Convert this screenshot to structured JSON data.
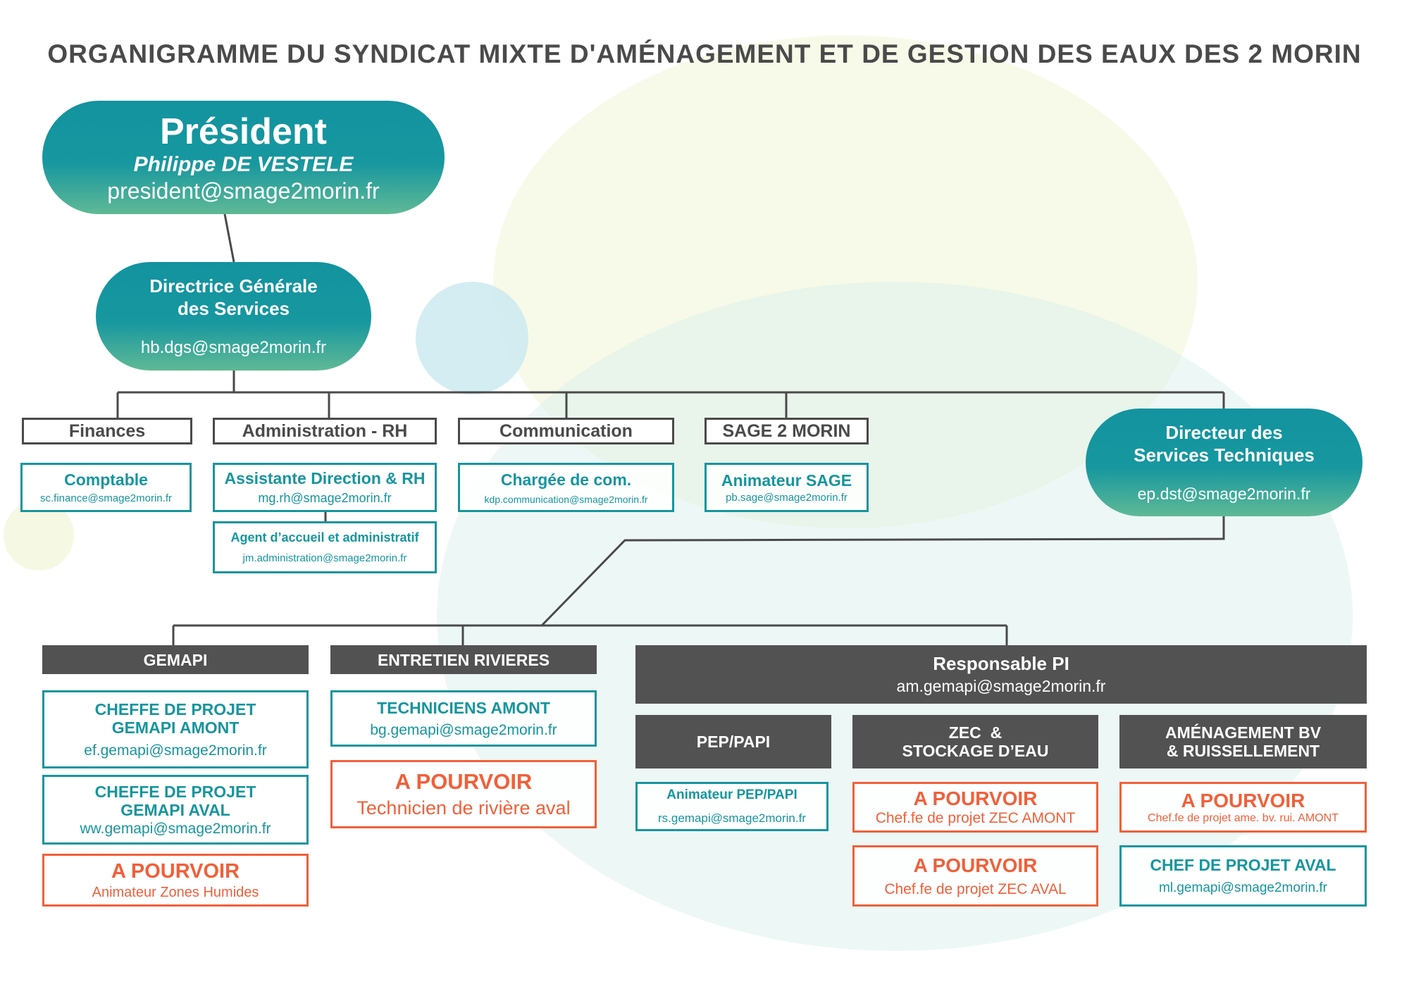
{
  "title": "ORGANIGRAMME DU SYNDICAT MIXTE D'AMÉNAGEMENT ET DE GESTION DES EAUX DES 2 MORIN",
  "president": {
    "role": "Président",
    "name": "Philippe DE VESTELE",
    "email": "president@smage2morin.fr"
  },
  "dgs": {
    "role_line1": "Directrice Générale",
    "role_line2": "des Services",
    "email": "hb.dgs@smage2morin.fr"
  },
  "departments": [
    {
      "label": "Finances",
      "role": "Comptable",
      "email": "sc.finance@smage2morin.fr"
    },
    {
      "label": "Administration - RH",
      "role": "Assistante Direction & RH",
      "email": "mg.rh@smage2morin.fr",
      "sub_role": "Agent d’accueil et administratif",
      "sub_email": "jm.administration@smage2morin.fr"
    },
    {
      "label": "Communication",
      "role": "Chargée de com.",
      "email": "kdp.communication@smage2morin.fr"
    },
    {
      "label": "SAGE 2 MORIN",
      "role": "Animateur SAGE",
      "email": "pb.sage@smage2morin.fr"
    }
  ],
  "dst": {
    "role_line1": "Directeur des",
    "role_line2": "Services Techniques",
    "email": "ep.dst@smage2morin.fr"
  },
  "gemapi": {
    "header": "GEMAPI",
    "boxes": [
      {
        "line1": "CHEFFE DE PROJET",
        "line2": "GEMAPI AMONT",
        "email": "ef.gemapi@smage2morin.fr"
      },
      {
        "line1": "CHEFFE DE PROJET",
        "line2": "GEMAPI AVAL",
        "email": "ww.gemapi@smage2morin.fr"
      }
    ],
    "vacant": {
      "title": "A POURVOIR",
      "role": "Animateur Zones Humides"
    }
  },
  "entretien": {
    "header": "ENTRETIEN RIVIERES",
    "box": {
      "role": "TECHNICIENS AMONT",
      "email": "bg.gemapi@smage2morin.fr"
    },
    "vacant": {
      "title": "A POURVOIR",
      "role": "Technicien de rivière aval"
    }
  },
  "responsable_pi": {
    "role": "Responsable PI",
    "email": "am.gemapi@smage2morin.fr",
    "pep": {
      "header": "PEP/PAPI",
      "role": "Animateur PEP/PAPI",
      "email": "rs.gemapi@smage2morin.fr"
    },
    "zec": {
      "header_line1": "ZEC  &",
      "header_line2": "STOCKAGE D’EAU",
      "vacant1": {
        "title": "A POURVOIR",
        "role": "Chef.fe de projet ZEC AMONT"
      },
      "vacant2": {
        "title": "A POURVOIR",
        "role": "Chef.fe de projet ZEC AVAL"
      }
    },
    "amenagement": {
      "header_line1": "AMÉNAGEMENT BV",
      "header_line2": "& RUISSELLEMENT",
      "vacant": {
        "title": "A POURVOIR",
        "role": "Chef.fe de projet ame. bv. rui. AMONT"
      },
      "box": {
        "role": "CHEF DE PROJET AVAL",
        "email": "ml.gemapi@smage2morin.fr"
      }
    }
  },
  "colors": {
    "teal": "#17959e",
    "dark": "#525252",
    "orange": "#f0603a"
  }
}
